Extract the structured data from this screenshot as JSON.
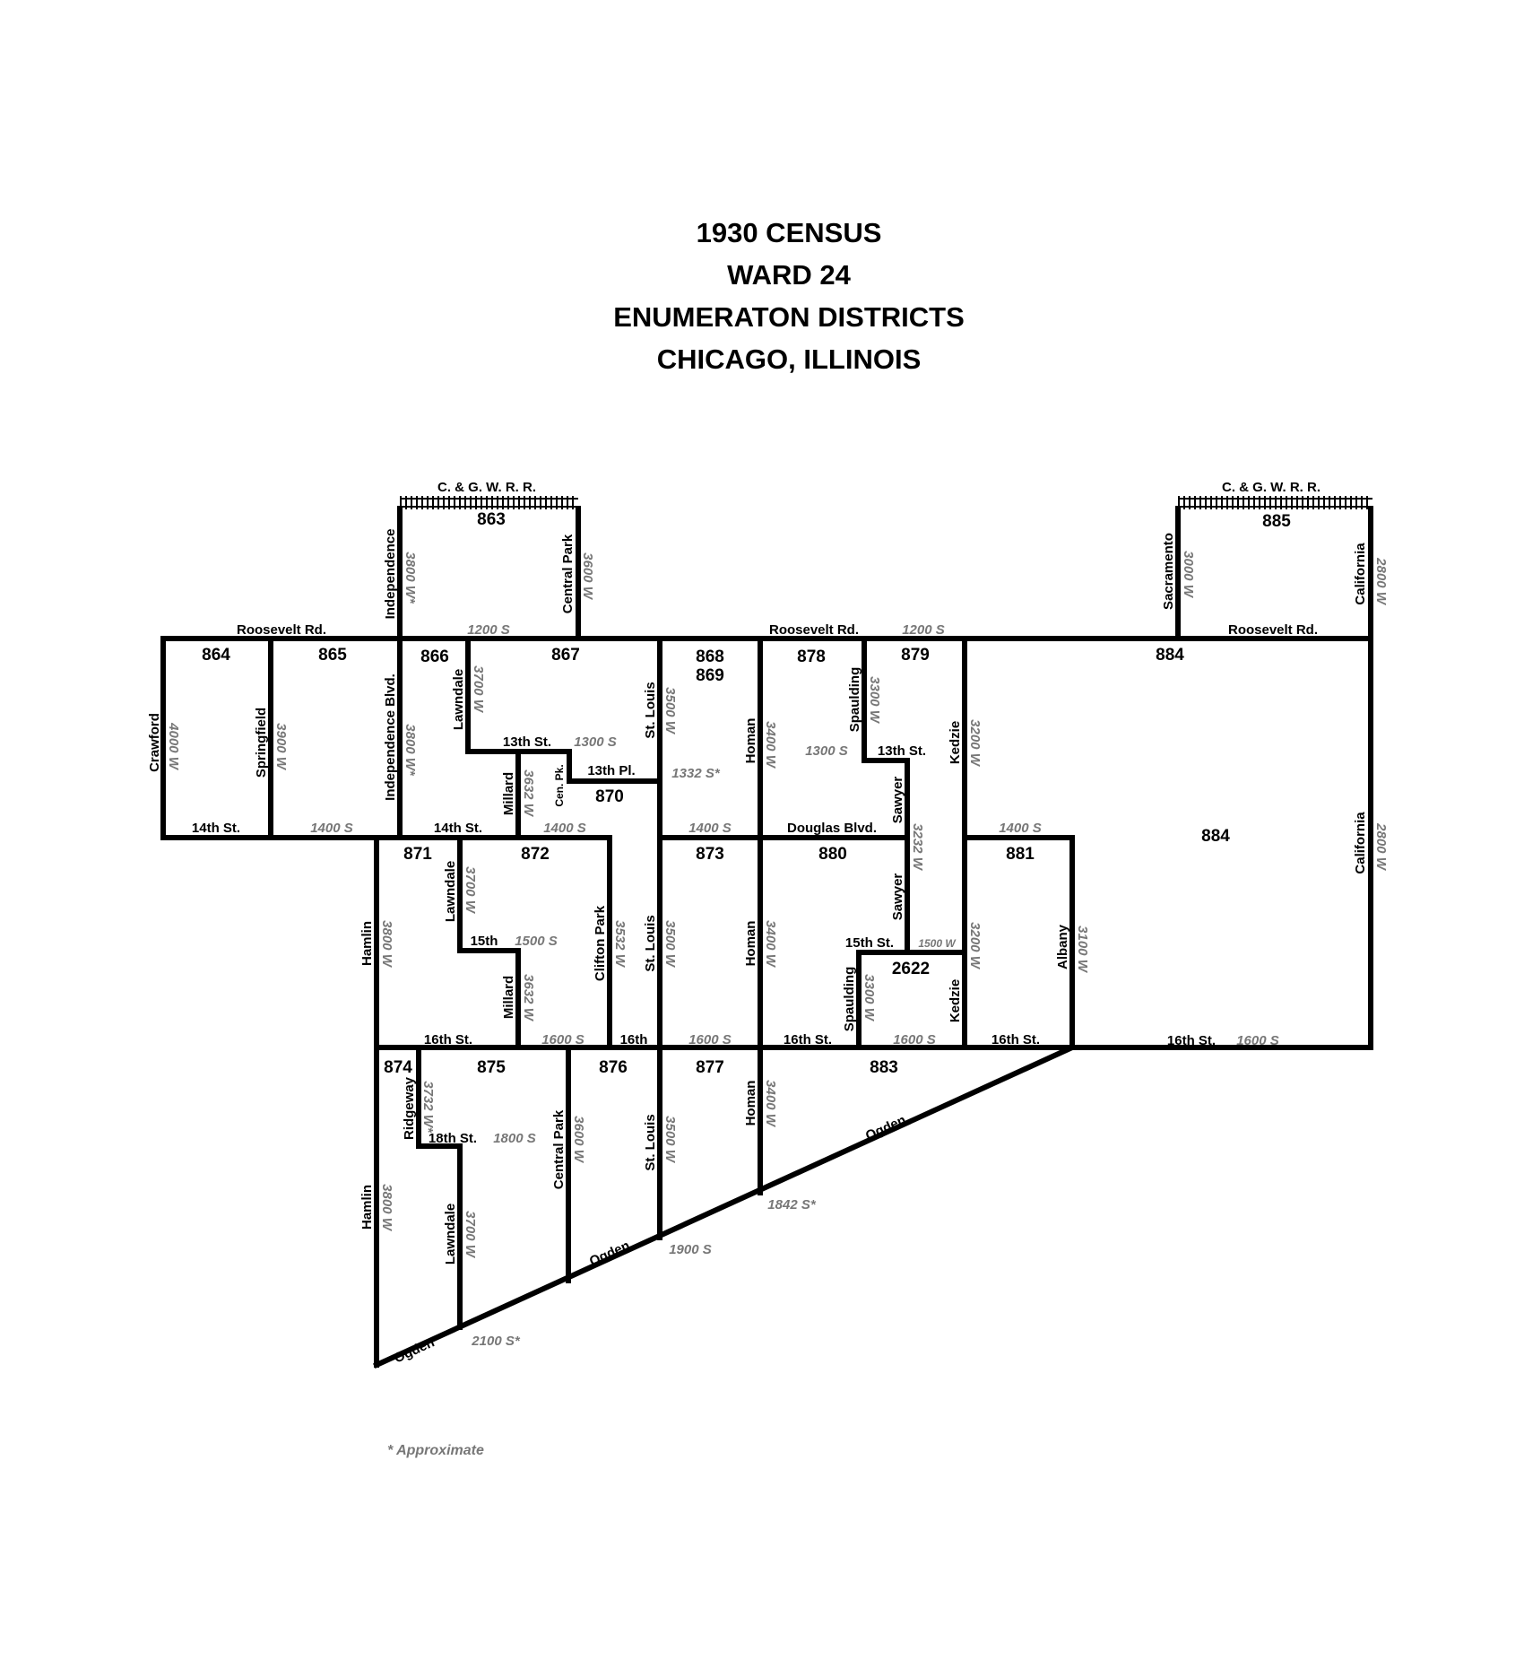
{
  "title": {
    "line1": "1930 CENSUS",
    "line2": "WARD 24",
    "line3": "ENUMERATON DISTRICTS",
    "line4": "CHICAGO, ILLINOIS"
  },
  "districts": {
    "d863": "863",
    "d864": "864",
    "d865": "865",
    "d866": "866",
    "d867": "867",
    "d868": "868",
    "d869": "869",
    "d870": "870",
    "d871": "871",
    "d872": "872",
    "d873": "873",
    "d874": "874",
    "d875": "875",
    "d876": "876",
    "d877": "877",
    "d878": "878",
    "d879": "879",
    "d880": "880",
    "d881": "881",
    "d883": "883",
    "d884": "884",
    "d885": "885",
    "d2622": "2622"
  },
  "streets": {
    "railroad": "C. & G. W. R. R.",
    "roosevelt": "Roosevelt Rd.",
    "independence": "Independence",
    "independence_blvd": "Independence Blvd.",
    "central_park": "Central Park",
    "sacramento": "Sacramento",
    "california": "California",
    "crawford": "Crawford",
    "springfield": "Springfield",
    "lawndale": "Lawndale",
    "millard": "Millard",
    "cen_pk": "Cen. Pk.",
    "st_louis": "St. Louis",
    "homan": "Homan",
    "spaulding": "Spaulding",
    "sawyer": "Sawyer",
    "kedzie": "Kedzie",
    "albany": "Albany",
    "hamlin": "Hamlin",
    "clifton_park": "Clifton Park",
    "ridgeway": "Ridgeway",
    "ogden": "Ogden",
    "st13": "13th St.",
    "pl13": "13th Pl.",
    "st14": "14th St.",
    "st15": "15th St.",
    "st15_short": "15th",
    "st16": "16th St.",
    "st16_short": "16th",
    "st18": "18th St.",
    "douglas": "Douglas Blvd."
  },
  "addresses": {
    "a1200s": "1200 S",
    "a1300s": "1300 S",
    "a1332s": "1332 S*",
    "a1400s": "1400 S",
    "a1500s": "1500 S",
    "a1500w": "1500 W",
    "a1600s": "1600 S",
    "a1800s": "1800 S",
    "a1842s": "1842 S*",
    "a1900s": "1900 S",
    "a2100s": "2100 S*",
    "a2800w": "2800 W",
    "a3000w": "3000 W",
    "a3100w": "3100 W",
    "a3200w": "3200 W",
    "a3232w": "3232 W",
    "a3300w": "3300 W",
    "a3400w": "3400 W",
    "a3500w": "3500 W",
    "a3532w": "3532 W",
    "a3600w": "3600 W",
    "a3632w": "3632 W",
    "a3700w": "3700 W",
    "a3732w": "3732 W*",
    "a3800w": "3800 W",
    "a3800w_approx": "3800 W*",
    "a3900w": "3900 W",
    "a4000w": "4000 W"
  },
  "footnote": "* Approximate"
}
